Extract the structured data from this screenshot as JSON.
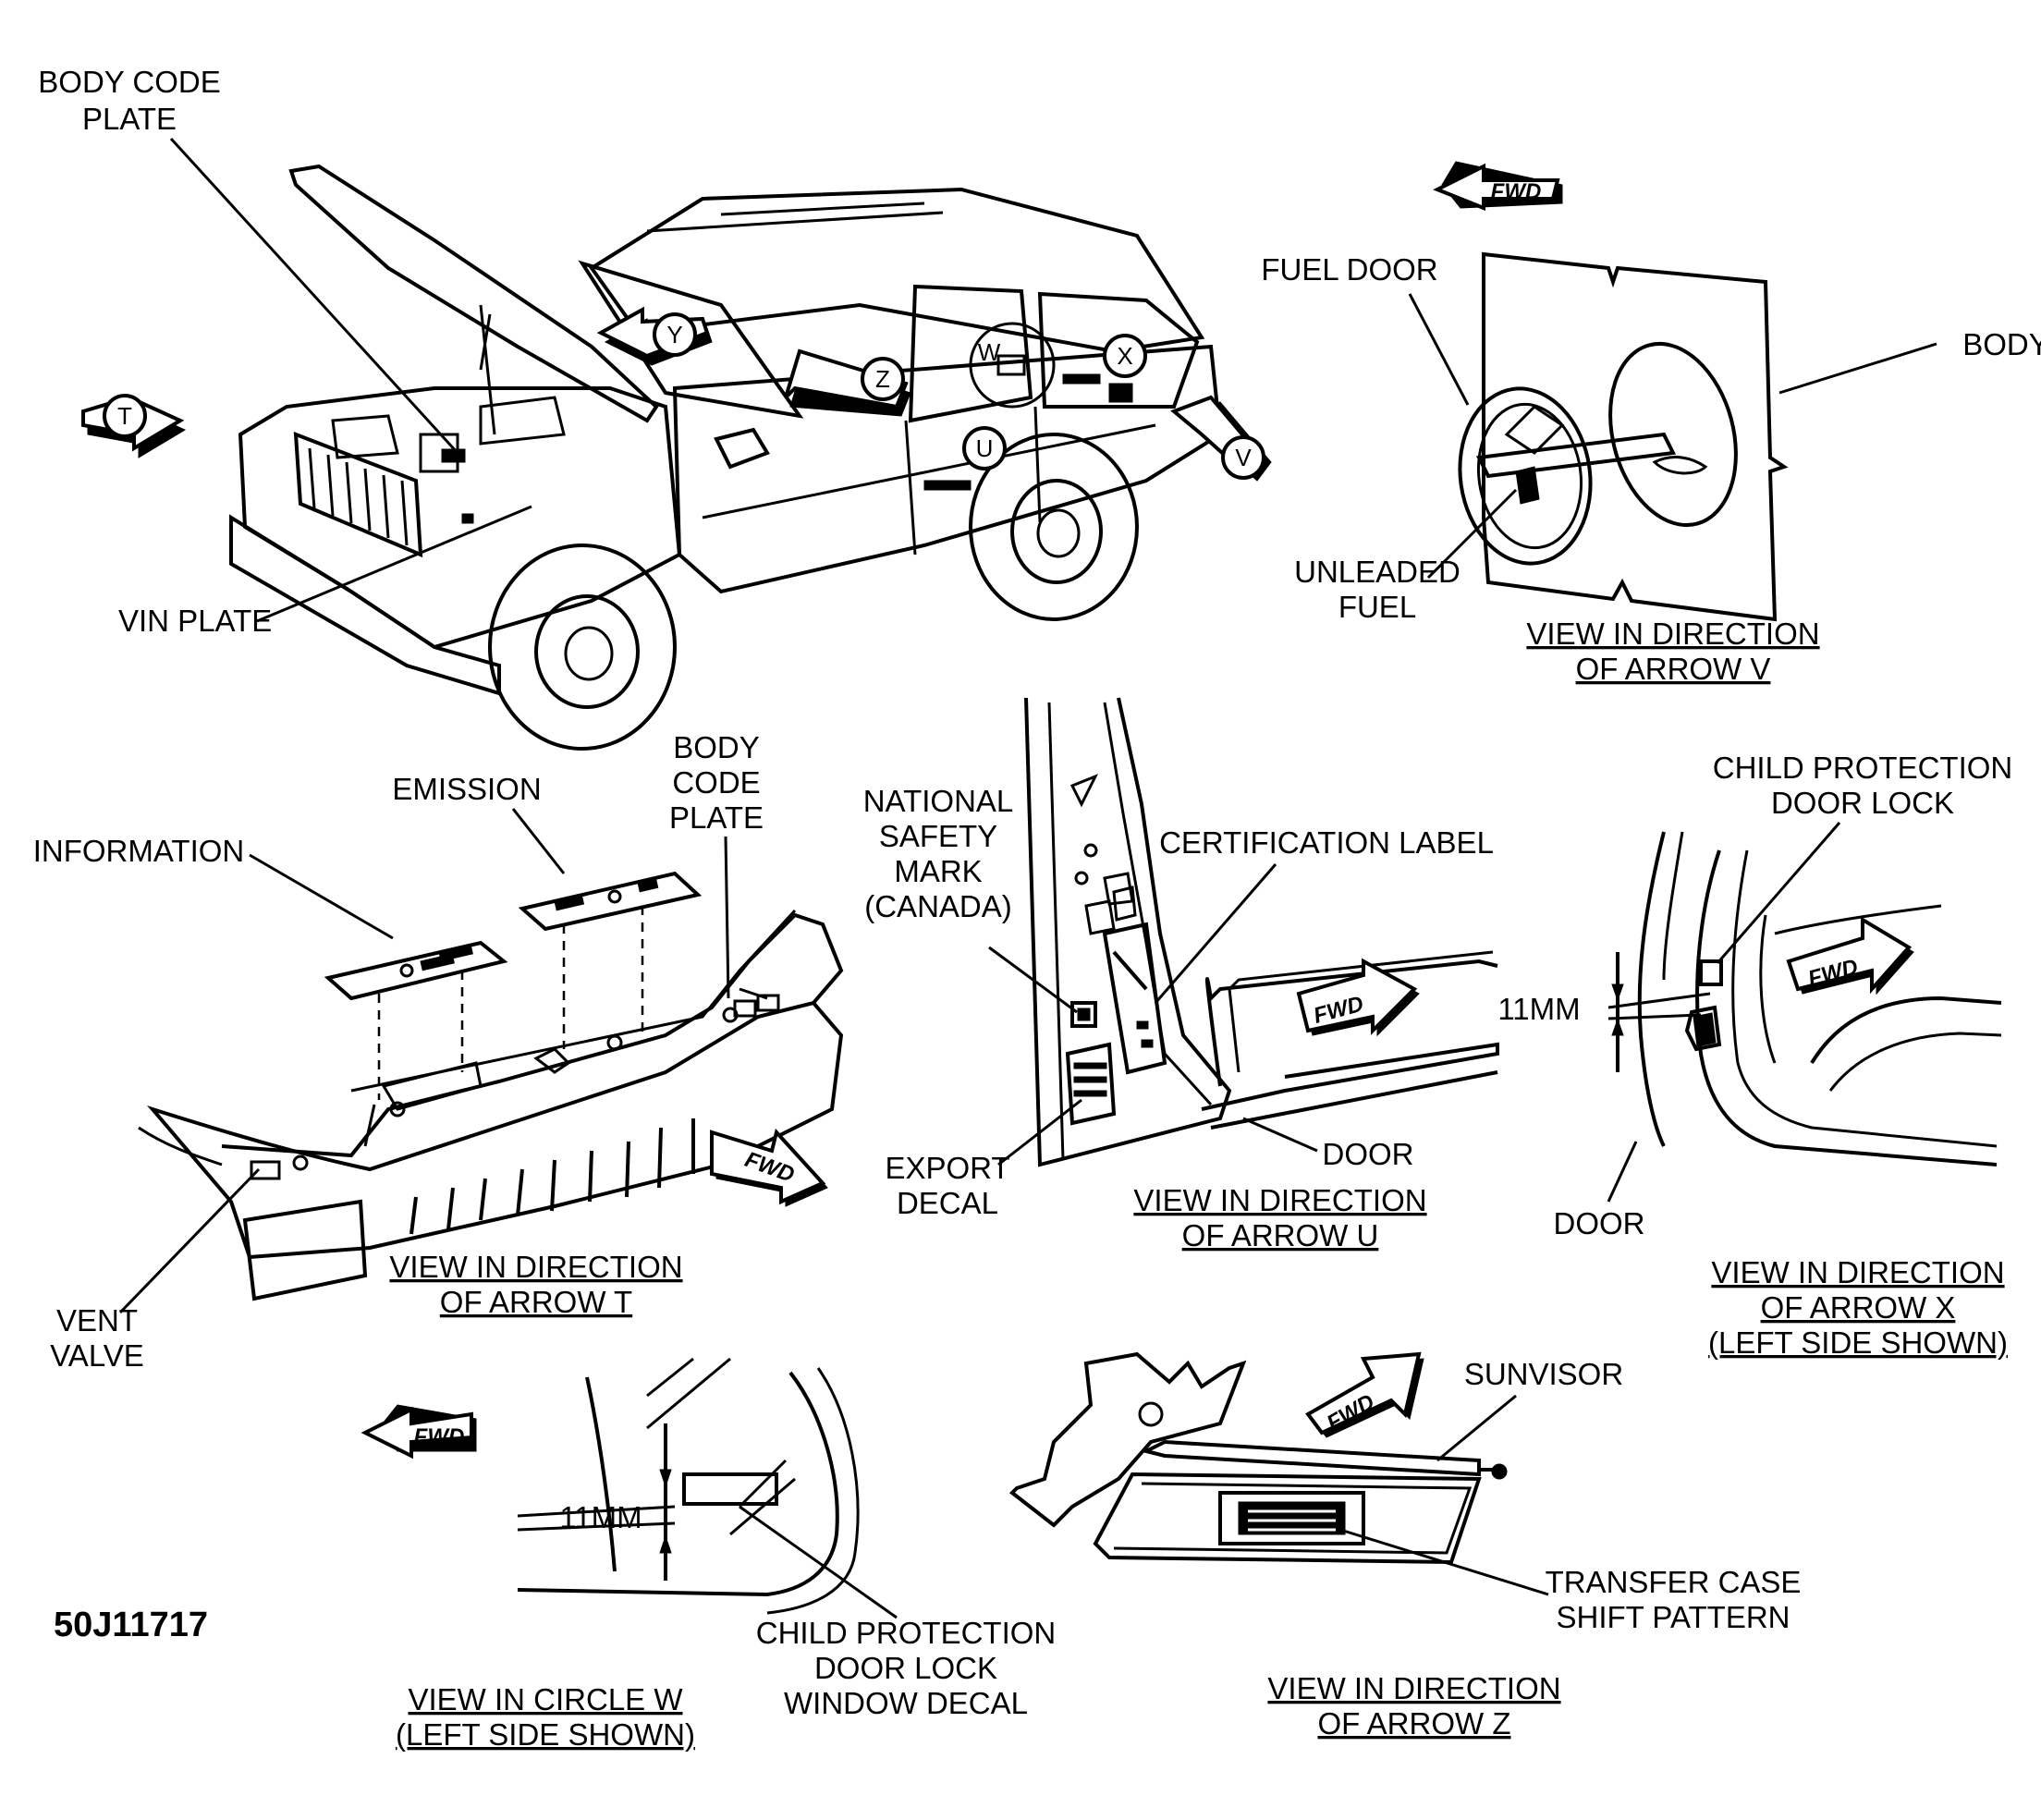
{
  "figure_id": "50J11717",
  "fwd_label": "FWD",
  "arrow_letters": {
    "T": "T",
    "U": "U",
    "V": "V",
    "W": "W",
    "X": "X",
    "Y": "Y",
    "Z": "Z"
  },
  "labels": {
    "body_code_plate_top": [
      "BODY CODE",
      "PLATE"
    ],
    "vin_plate": "VIN PLATE",
    "fuel_door": "FUEL DOOR",
    "body": "BODY",
    "unleaded_fuel": [
      "UNLEADED",
      "FUEL"
    ],
    "information": "INFORMATION",
    "emission": "EMISSION",
    "body_code_plate_t": [
      "BODY",
      "CODE",
      "PLATE"
    ],
    "vent_valve": [
      "VENT",
      "VALVE"
    ],
    "national_safety_mark": [
      "NATIONAL",
      "SAFETY",
      "MARK",
      "(CANADA)"
    ],
    "certification_label": "CERTIFICATION LABEL",
    "export_decal": [
      "EXPORT",
      "DECAL"
    ],
    "door_u": "DOOR",
    "child_protection_door_lock": [
      "CHILD PROTECTION",
      "DOOR LOCK"
    ],
    "dim_11mm_x": "11MM",
    "door_x": "DOOR",
    "dim_11mm_w": "11MM",
    "child_protection_window_decal": [
      "CHILD PROTECTION",
      "DOOR LOCK",
      "WINDOW DECAL"
    ],
    "sunvisor": "SUNVISOR",
    "transfer_case_shift_pattern": [
      "TRANSFER CASE",
      "SHIFT PATTERN"
    ]
  },
  "captions": {
    "view_v": [
      "VIEW IN DIRECTION",
      "OF ARROW V"
    ],
    "view_t": [
      "VIEW IN DIRECTION",
      "OF ARROW T"
    ],
    "view_u": [
      "VIEW IN DIRECTION",
      "OF ARROW U"
    ],
    "view_x": [
      "VIEW IN DIRECTION",
      "OF ARROW X",
      "(LEFT SIDE SHOWN)"
    ],
    "view_w": [
      "VIEW IN CIRCLE W",
      "(LEFT SIDE SHOWN)"
    ],
    "view_z": [
      "VIEW IN DIRECTION",
      "OF ARROW Z"
    ]
  }
}
